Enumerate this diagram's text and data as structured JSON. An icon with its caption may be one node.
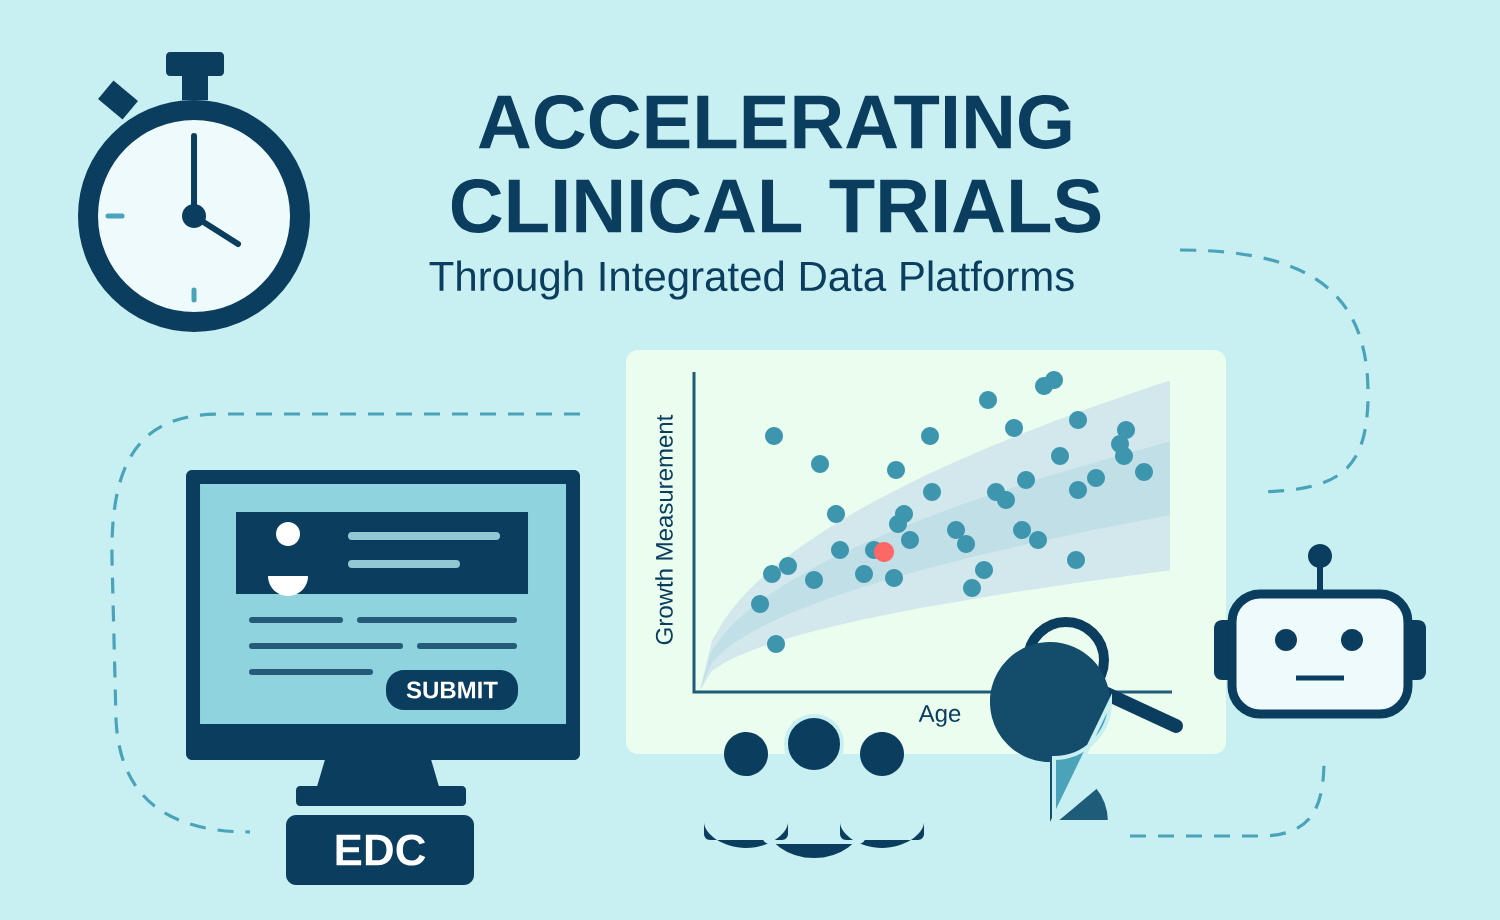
{
  "diagram": {
    "title": "ACCELERATING CLINICAL TRIALS",
    "nodes": [
      {
        "text": [
          "SUBMIT"
        ]
      },
      {
        "text": [
          "EDC"
        ]
      }
    ],
    "labels": [
      "Through Integrated Data Platforms",
      "Growth Measurement",
      "Age"
    ]
  }
}
